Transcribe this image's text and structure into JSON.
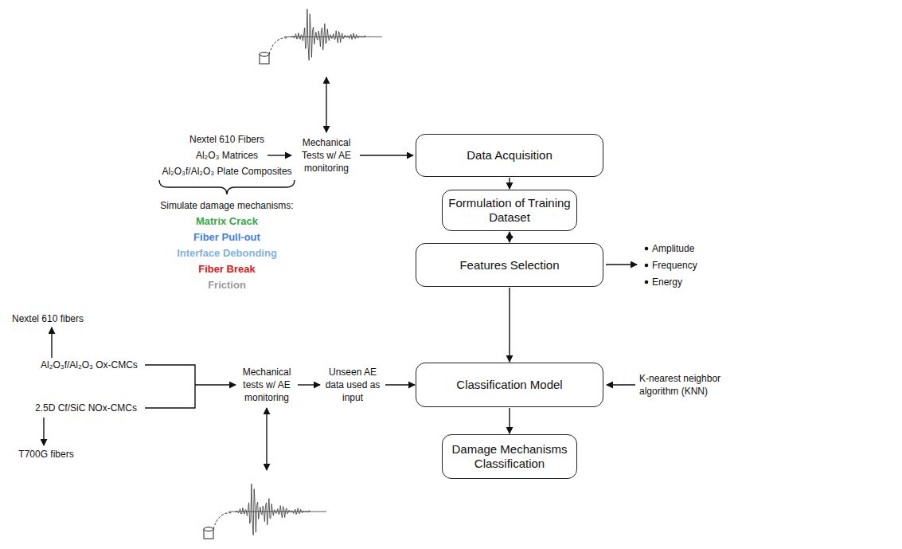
{
  "diagram": {
    "nodes": [
      {
        "text": [
          "Data Acquisition"
        ]
      },
      {
        "text": [
          "Formulation of Training Dataset"
        ]
      },
      {
        "text": [
          "Features Selection"
        ]
      },
      {
        "text": [
          "Classification Model"
        ]
      },
      {
        "text": [
          "Damage Mechanisms Classification"
        ]
      }
    ],
    "edges": [
      {
        "from": 0,
        "to": 1,
        "arrow": "to"
      },
      {
        "from": 1,
        "to": 2,
        "arrow": "both"
      },
      {
        "from": 2,
        "to": 3,
        "arrow": "to"
      },
      {
        "from": 3,
        "to": 4,
        "arrow": "to"
      }
    ],
    "labels": [
      "Nextel 610 Fibers",
      "Al₂O₃ Matrices",
      "Al₂O₃f/Al₂O₃ Plate Composites",
      "Mechanical Tests w/ AE monitoring",
      "Simulate damage mechanisms:",
      "Matrix Crack",
      "Fiber Pull-out",
      "Interface Debonding",
      "Fiber Break",
      "Friction",
      "Amplitude",
      "Frequency",
      "Energy",
      "Nextel 610 fibers",
      "Al₂O₃f/Al₂O₃ Ox-CMCs",
      "2.5D Cf/SiC NOx-CMCs",
      "T700G fibers",
      "Mechanical tests w/ AE monitoring",
      "Unseen AE data used as input",
      "K-nearest neighbor algorithm (KNN)"
    ]
  }
}
